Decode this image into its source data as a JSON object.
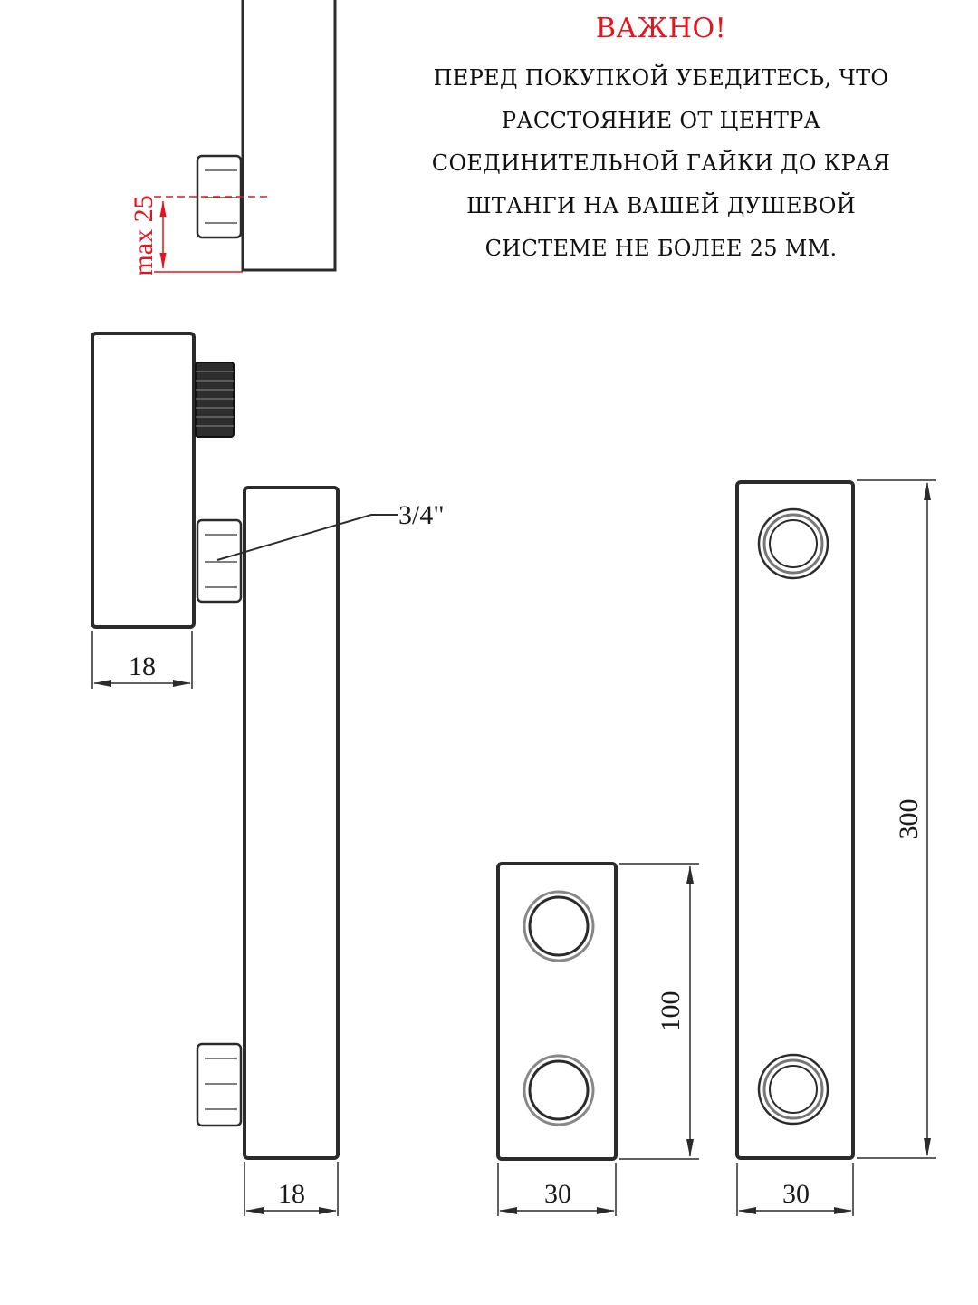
{
  "notice": {
    "title": "ВАЖНО!",
    "lines": [
      "ПЕРЕД ПОКУПКОЙ УБЕДИТЕСЬ, ЧТО",
      "РАССТОЯНИЕ ОТ ЦЕНТРА",
      "СОЕДИНИТЕЛЬНОЙ ГАЙКИ ДО КРАЯ",
      "ШТАНГИ НА ВАШЕЙ ДУШЕВОЙ",
      "СИСТЕМЕ НЕ БОЛЕЕ 25 ММ."
    ]
  },
  "labels": {
    "max_dimension": "max 25",
    "thread_size": "3/4\"",
    "depth_top_block": "18",
    "depth_bar": "18",
    "width_short_bar": "30",
    "width_long_bar": "30",
    "height_short_bar": "100",
    "height_long_bar": "300"
  },
  "colors": {
    "accent_red": "#e8131b",
    "ink": "#1a1a1a",
    "drawing_line": "#2b2b2b"
  }
}
